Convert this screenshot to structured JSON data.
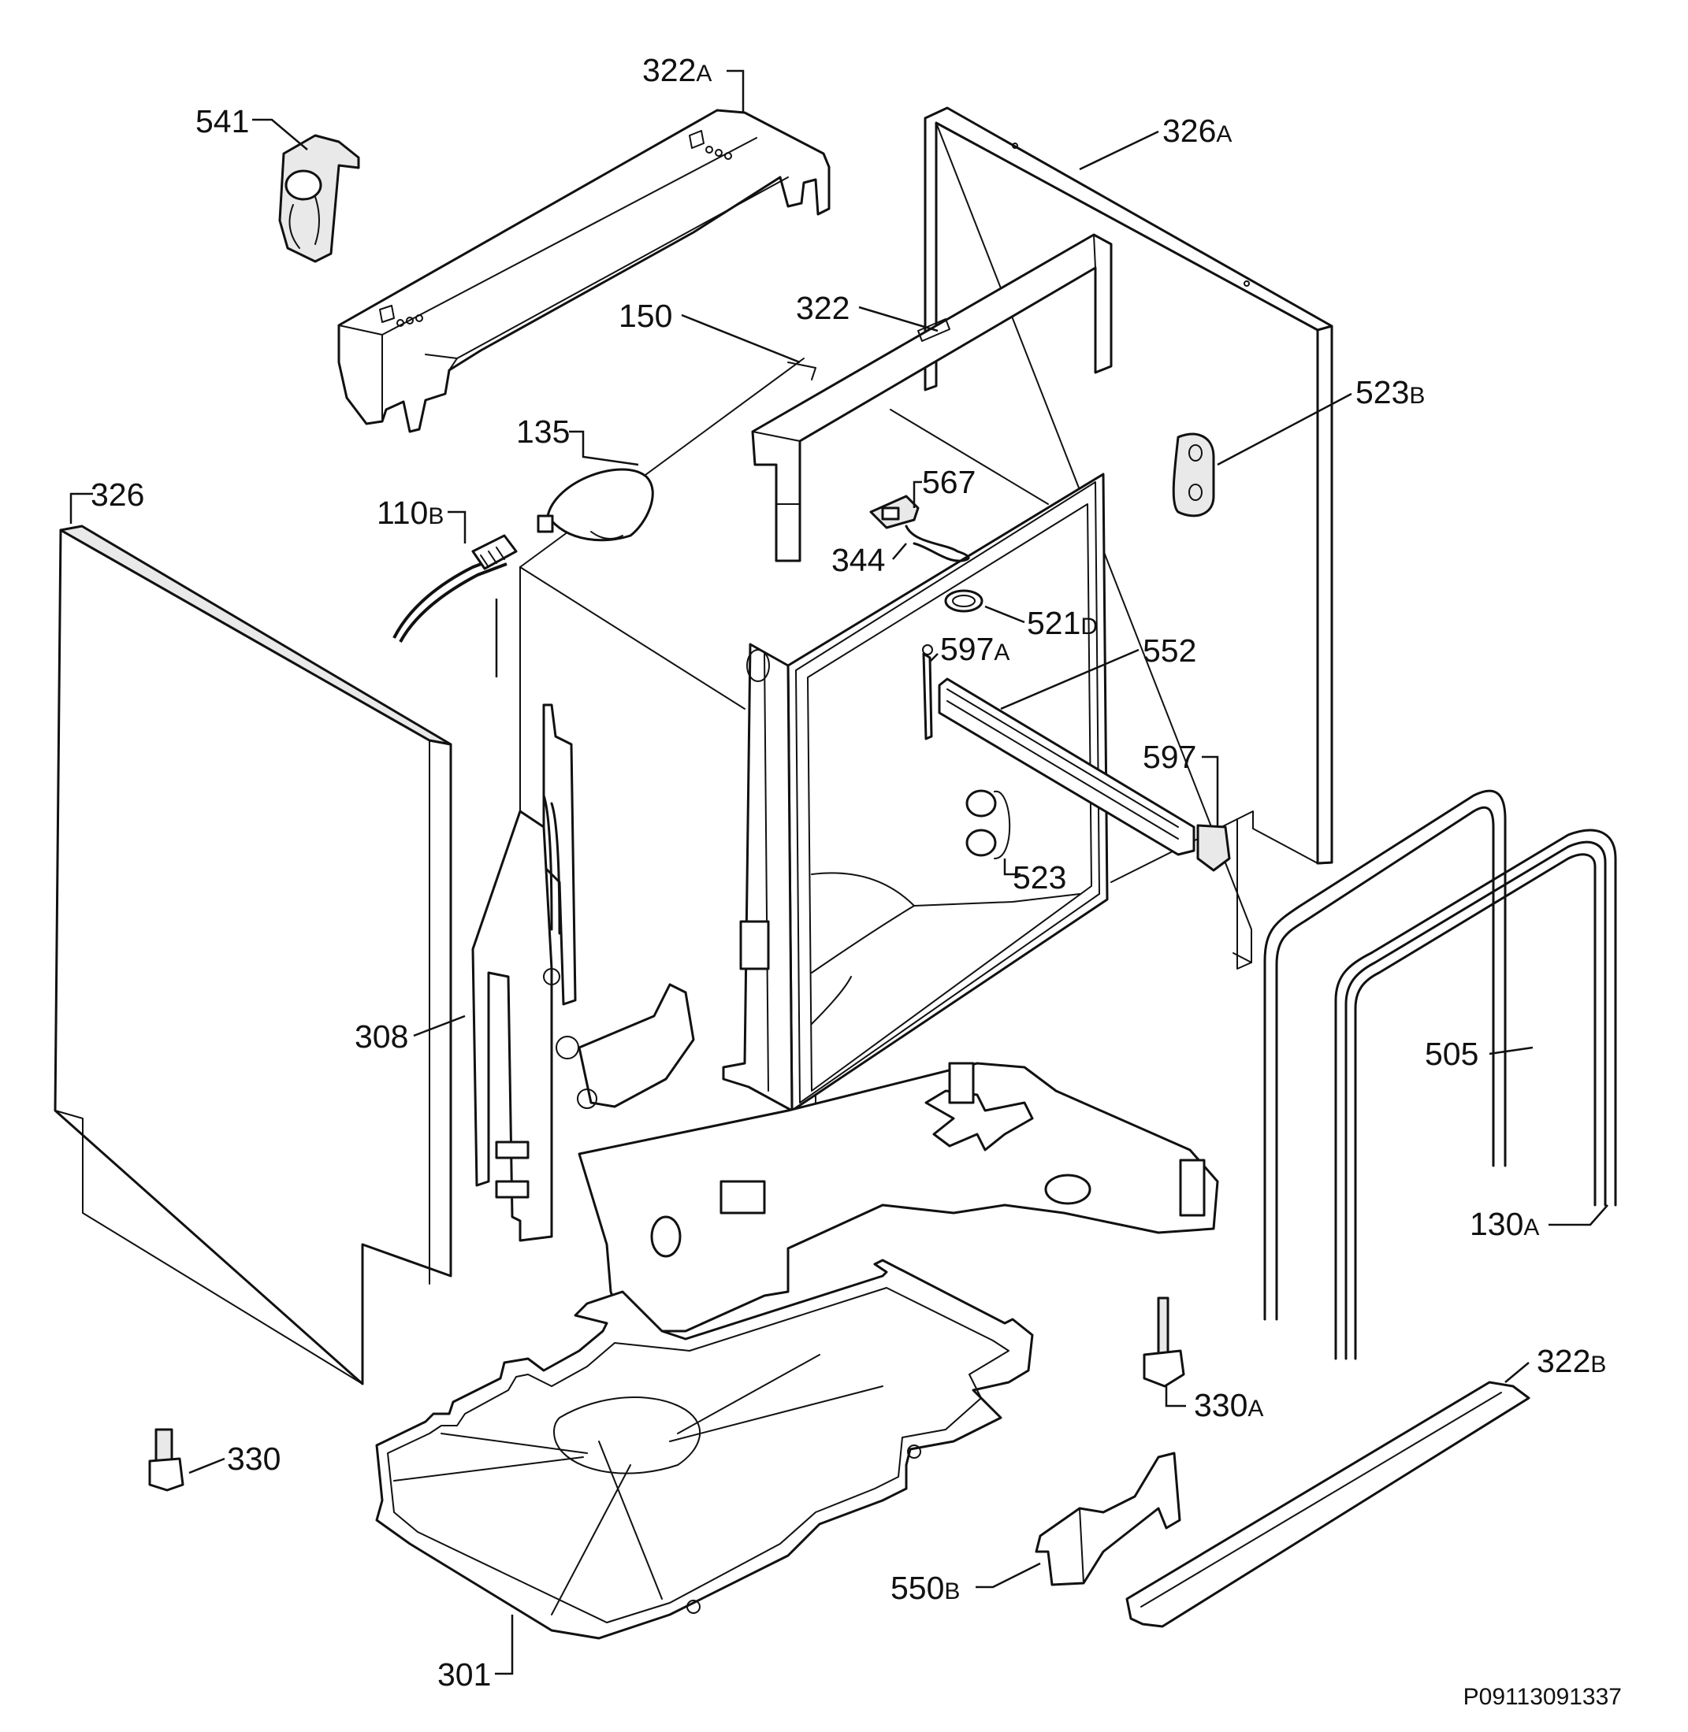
{
  "drawing_reference": "P09113091337",
  "callouts": {
    "c541": {
      "num": "541",
      "suffix": ""
    },
    "c322a": {
      "num": "322",
      "suffix": "A"
    },
    "c326a": {
      "num": "326",
      "suffix": "A"
    },
    "c150": {
      "num": "150",
      "suffix": ""
    },
    "c322": {
      "num": "322",
      "suffix": ""
    },
    "c523b": {
      "num": "523",
      "suffix": "B"
    },
    "c135": {
      "num": "135",
      "suffix": ""
    },
    "c567": {
      "num": "567",
      "suffix": ""
    },
    "c326": {
      "num": "326",
      "suffix": ""
    },
    "c110b": {
      "num": "110",
      "suffix": "B"
    },
    "c344": {
      "num": "344",
      "suffix": ""
    },
    "c521d": {
      "num": "521",
      "suffix": "D"
    },
    "c597a": {
      "num": "597",
      "suffix": "A"
    },
    "c552": {
      "num": "552",
      "suffix": ""
    },
    "c597": {
      "num": "597",
      "suffix": ""
    },
    "c523": {
      "num": "523",
      "suffix": ""
    },
    "c308": {
      "num": "308",
      "suffix": ""
    },
    "c505": {
      "num": "505",
      "suffix": ""
    },
    "c130a": {
      "num": "130",
      "suffix": "A"
    },
    "c330a": {
      "num": "330",
      "suffix": "A"
    },
    "c322b": {
      "num": "322",
      "suffix": "B"
    },
    "c330": {
      "num": "330",
      "suffix": ""
    },
    "c550b": {
      "num": "550",
      "suffix": "B"
    },
    "c301": {
      "num": "301",
      "suffix": ""
    }
  }
}
